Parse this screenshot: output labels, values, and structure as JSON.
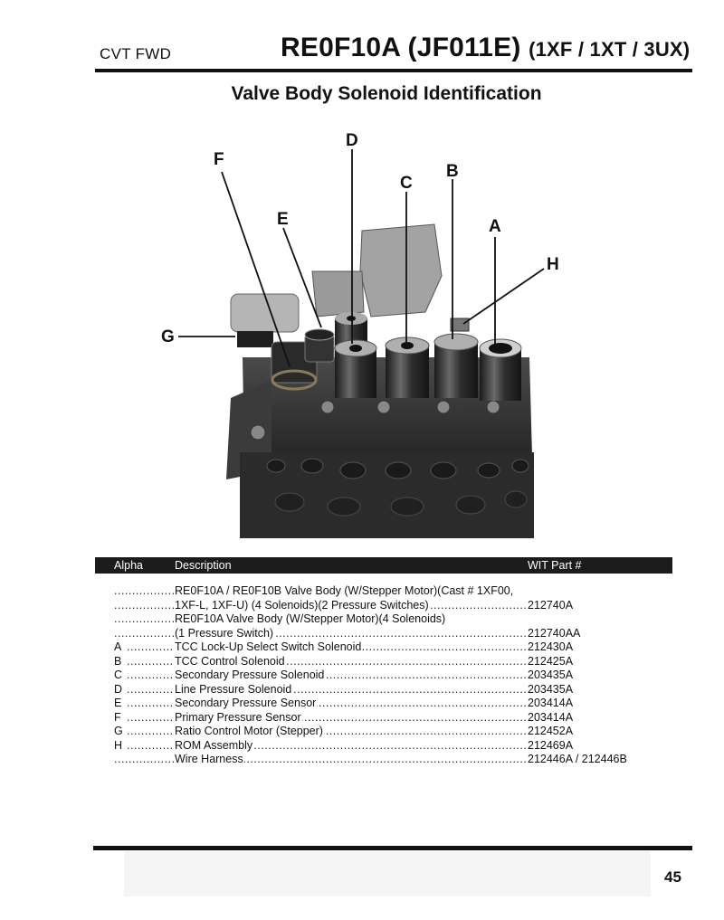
{
  "header": {
    "category": "CVT FWD",
    "model": "RE0F10A (JF011E)",
    "variants": "(1XF / 1XT / 3UX)"
  },
  "title": "Valve Body Solenoid Identification",
  "diagram": {
    "callouts": [
      "A",
      "B",
      "C",
      "D",
      "E",
      "F",
      "G",
      "H"
    ]
  },
  "table": {
    "headers": {
      "alpha": "Alpha",
      "description": "Description",
      "part": "WIT Part #"
    },
    "rows": [
      {
        "alpha": "",
        "description": "RE0F10A / RE0F10B Valve Body (W/Stepper Motor)(Cast # 1XF00,",
        "part": ""
      },
      {
        "alpha": "",
        "description": "1XF-L, 1XF-U) (4 Solenoids)(2 Pressure Switches)",
        "part": "212740A"
      },
      {
        "alpha": "",
        "description": "RE0F10A Valve Body (W/Stepper Motor)(4 Solenoids)",
        "part": ""
      },
      {
        "alpha": "",
        "description": "(1 Pressure Switch)",
        "part": "212740AA"
      },
      {
        "alpha": "A",
        "description": "TCC Lock-Up Select Switch Solenoid",
        "part": "212430A"
      },
      {
        "alpha": "B",
        "description": "TCC Control Solenoid",
        "part": "212425A"
      },
      {
        "alpha": "C",
        "description": "Secondary Pressure Solenoid",
        "part": "203435A"
      },
      {
        "alpha": "D",
        "description": "Line Pressure Solenoid",
        "part": "203435A"
      },
      {
        "alpha": "E",
        "description": "Secondary Pressure Sensor",
        "part": "203414A"
      },
      {
        "alpha": "F",
        "description": "Primary Pressure Sensor",
        "part": "203414A"
      },
      {
        "alpha": "G",
        "description": "Ratio Control Motor (Stepper)",
        "part": "212452A"
      },
      {
        "alpha": "H",
        "description": "ROM Assembly",
        "part": "212469A"
      },
      {
        "alpha": "",
        "description": "Wire Harness",
        "part": "212446A / 212446B"
      }
    ]
  },
  "page_number": "45",
  "colors": {
    "ink": "#111111",
    "header_bar": "#1c1c1c",
    "casting": "#3a3a3a",
    "solenoid": "#2a2a2a",
    "plate": "#9a9a9a"
  }
}
